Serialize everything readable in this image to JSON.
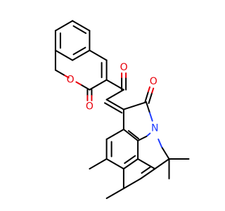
{
  "molecule": {
    "colors": {
      "carbon": "#000000",
      "oxygen": "#e8000b",
      "nitrogen": "#1f3dff",
      "background": "#ffffff"
    },
    "atom_labels": {
      "ring_oxygen": "O",
      "lactone_carbonyl_oxygen": "O",
      "ketone_oxygen": "O",
      "amide_oxygen": "O",
      "nitrogen": "N"
    }
  }
}
